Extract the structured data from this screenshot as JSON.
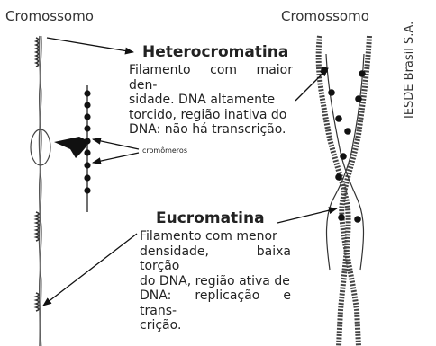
{
  "labels": {
    "chromosome_left": "Cromossomo",
    "chromosome_right": "Cromossomo",
    "cromomeros": "cromômeros",
    "credit": "IESDE Brasil S.A."
  },
  "heterochromatin": {
    "title": "Heterocromatina",
    "lines": [
      "Filamento com maior den-",
      "sidade. DNA altamente",
      "torcido, região inativa do",
      "DNA: não há transcrição."
    ]
  },
  "euchromatin": {
    "title": "Eucromatina",
    "lines": [
      "Filamento com menor",
      "densidade, baixa torção",
      "do DNA, região ativa de",
      "DNA: replicação e trans-",
      "crição."
    ]
  }
}
